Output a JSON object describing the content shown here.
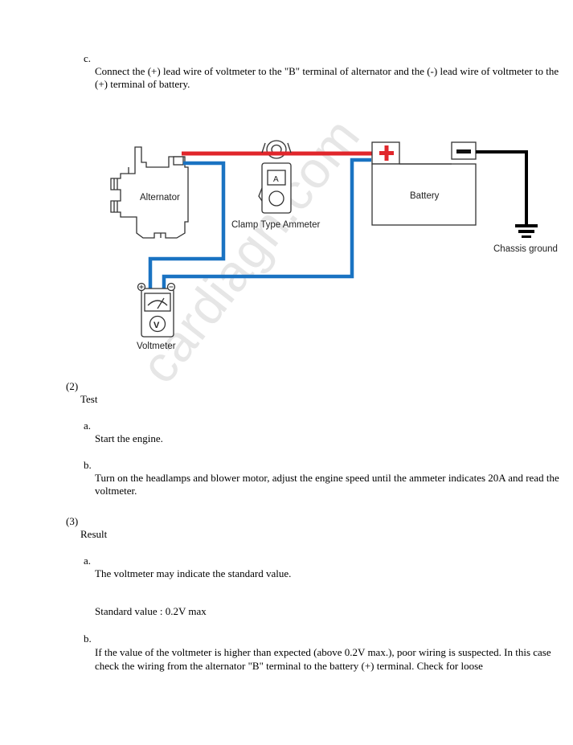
{
  "step_c": {
    "marker": "c.",
    "text": "Connect the (+) lead wire of voltmeter to the \"B\" terminal of alternator and the (-) lead wire of voltmeter to the (+) terminal of battery."
  },
  "diagram": {
    "alternator_label": "Alternator",
    "ammeter_label": "Clamp Type Ammeter",
    "ammeter_symbol": "A",
    "battery_label": "Battery",
    "ground_label": "Chassis ground",
    "voltmeter_label": "Voltmeter",
    "voltmeter_symbol": "V",
    "colors": {
      "positive_wire": "#e0262b",
      "meter_wire": "#1a73c2",
      "ground_wire": "#000000"
    }
  },
  "watermark": "cardiagn.com",
  "section_2": {
    "number": "(2)",
    "title": "Test",
    "items": [
      {
        "marker": "a.",
        "text": "Start the engine."
      },
      {
        "marker": "b.",
        "text": "Turn on the headlamps and blower motor, adjust the engine speed until the ammeter indicates 20A and read the voltmeter."
      }
    ]
  },
  "section_3": {
    "number": "(3)",
    "title": "Result",
    "items": [
      {
        "marker": "a.",
        "text": "The voltmeter may indicate the standard value."
      },
      {
        "marker": "b.",
        "text": "If the value of the voltmeter is higher than expected (above 0.2V max.), poor wiring is suspected. In this case check the wiring from the alternator \"B\" terminal to the battery (+) terminal. Check for loose"
      }
    ],
    "standard_value": "Standard value : 0.2V max"
  }
}
